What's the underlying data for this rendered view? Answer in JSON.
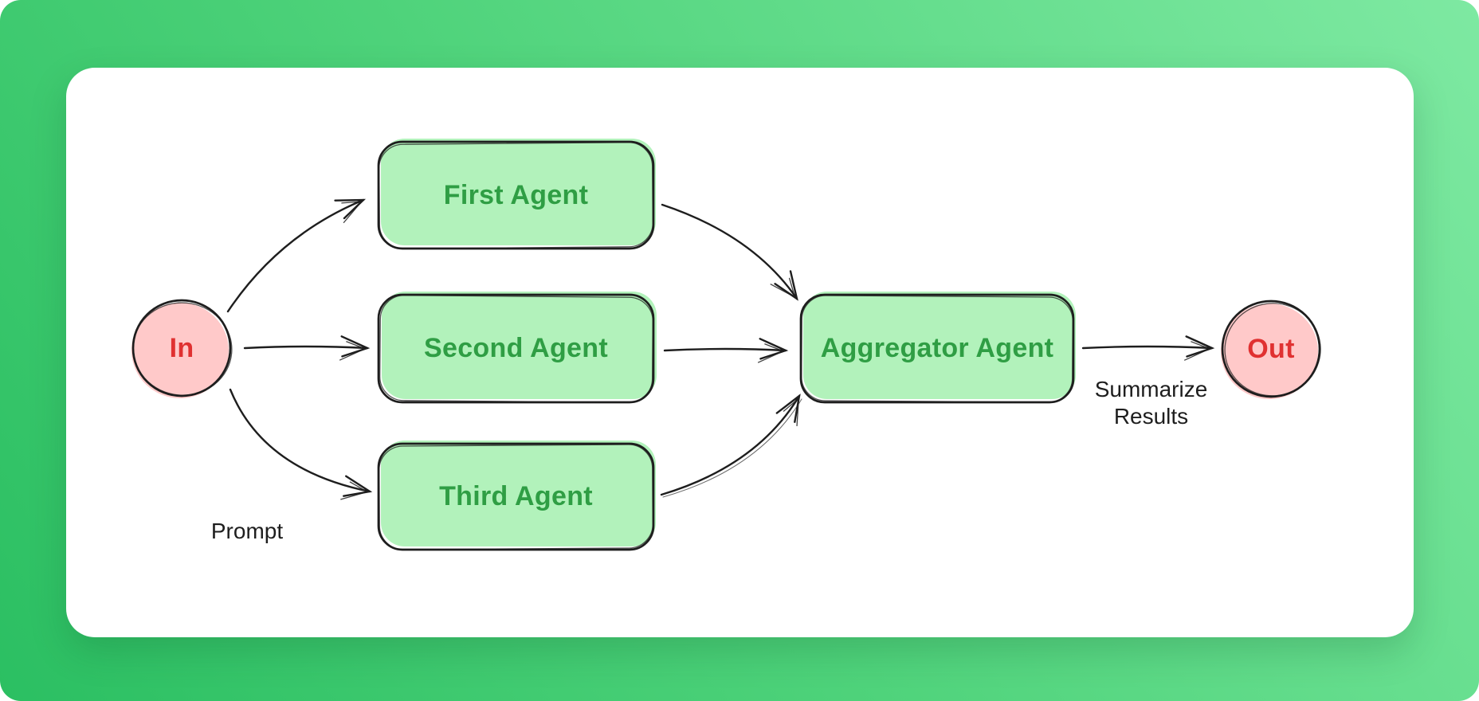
{
  "theme": {
    "bg_gradient_from": "#2bbf62",
    "bg_gradient_mid": "#4fd37b",
    "bg_gradient_to": "#7ee9a2",
    "card_bg": "#ffffff",
    "ink": "#1e1e1e",
    "node_green_fill": "#b2f2bb",
    "node_pink_fill": "#ffc9c9",
    "node_green_text": "#2f9e44",
    "node_red_text": "#e03131"
  },
  "diagram": {
    "title": "Parallel agents flowchart",
    "nodes": {
      "in": "In",
      "first_agent": "First Agent",
      "second_agent": "Second Agent",
      "third_agent": "Third Agent",
      "aggregator_agent": "Aggregator Agent",
      "out": "Out"
    },
    "edge_labels": {
      "prompt": "Prompt",
      "summarize": "Summarize Results"
    },
    "edges": [
      {
        "from": "in",
        "to": "first_agent",
        "label": "Prompt"
      },
      {
        "from": "in",
        "to": "second_agent",
        "label": "Prompt"
      },
      {
        "from": "in",
        "to": "third_agent",
        "label": "Prompt"
      },
      {
        "from": "first_agent",
        "to": "aggregator_agent"
      },
      {
        "from": "second_agent",
        "to": "aggregator_agent"
      },
      {
        "from": "third_agent",
        "to": "aggregator_agent"
      },
      {
        "from": "aggregator_agent",
        "to": "out",
        "label": "Summarize Results"
      }
    ]
  }
}
